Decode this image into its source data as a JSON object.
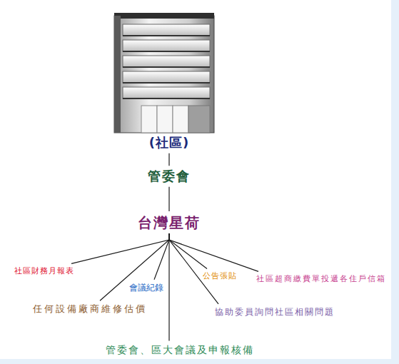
{
  "diagram": {
    "nodes": [
      {
        "text": [
          "(社區)"
        ]
      },
      {
        "text": [
          "管委會"
        ]
      },
      {
        "text": [
          "台灣星荷"
        ]
      },
      {
        "text": [
          "社區財務月報表"
        ]
      },
      {
        "text": [
          "任何設備廠商維修估價"
        ]
      },
      {
        "text": [
          "會議紀錄"
        ]
      },
      {
        "text": [
          "管委會、區大會議及申報核備"
        ]
      },
      {
        "text": [
          "公告張貼"
        ]
      },
      {
        "text": [
          "協助委員詢問社區相關問題"
        ]
      },
      {
        "text": [
          "社區超商繳費單投遞各住戶信箱"
        ]
      }
    ],
    "edges": [
      {
        "from": 0,
        "to": 1,
        "arrow": "none"
      },
      {
        "from": 1,
        "to": 2,
        "arrow": "none"
      },
      {
        "from": 2,
        "to": 3,
        "arrow": "none"
      },
      {
        "from": 2,
        "to": 4,
        "arrow": "none"
      },
      {
        "from": 2,
        "to": 5,
        "arrow": "none"
      },
      {
        "from": 2,
        "to": 6,
        "arrow": "none"
      },
      {
        "from": 2,
        "to": 7,
        "arrow": "none"
      },
      {
        "from": 2,
        "to": 8,
        "arrow": "none"
      },
      {
        "from": 2,
        "to": 9,
        "arrow": "none"
      }
    ]
  }
}
